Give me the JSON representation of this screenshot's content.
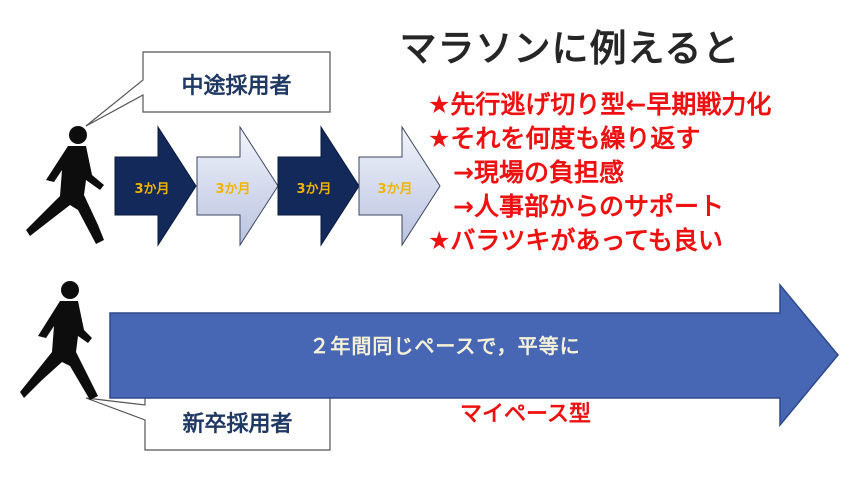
{
  "title": "マラソンに例えると",
  "mid_career": {
    "label": "中途採用者",
    "steps": [
      "3か月",
      "3か月",
      "3か月",
      "3か月"
    ],
    "points": [
      "★先行逃げ切り型←早期戦力化",
      "★それを何度も繰り返す",
      "　→現場の負担感",
      "　→人事部からのサポート",
      "★バラツキがあっても良い"
    ]
  },
  "new_grad": {
    "label": "新卒採用者",
    "arrow_text": "２年間同じペースで，平等に",
    "type_label": "マイペース型"
  },
  "colors": {
    "navy": "#12295a",
    "light_arrow": "#dde3f2",
    "big_arrow": "#4766b4",
    "red": "#ee1111",
    "step_text": "#f0b400"
  }
}
